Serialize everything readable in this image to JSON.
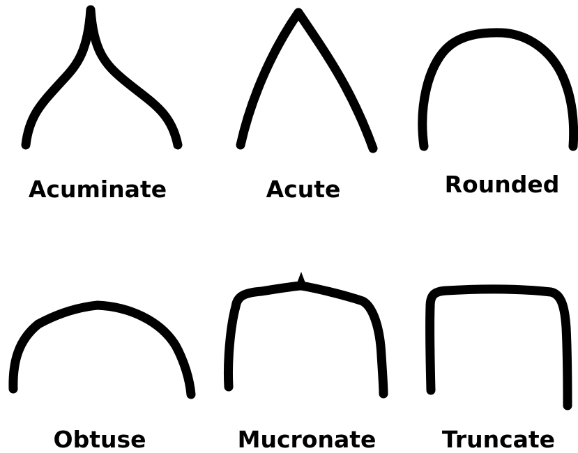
{
  "shapes": [
    {
      "name": "acuminate",
      "label": "Acuminate"
    },
    {
      "name": "acute",
      "label": "Acute"
    },
    {
      "name": "rounded",
      "label": "Rounded"
    },
    {
      "name": "obtuse",
      "label": "Obtuse"
    },
    {
      "name": "mucronate",
      "label": "Mucronate"
    },
    {
      "name": "truncate",
      "label": "Truncate"
    }
  ],
  "colors": {
    "stroke": "#000000",
    "background": "#ffffff"
  }
}
